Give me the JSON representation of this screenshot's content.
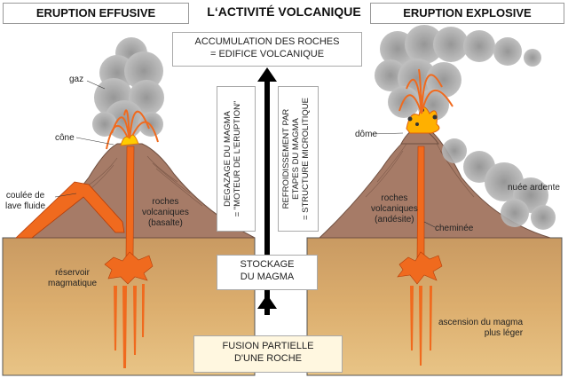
{
  "header": {
    "left": "ERUPTION EFFUSIVE",
    "title": "L‘ACTIVITÉ VOLCANIQUE",
    "right": "ERUPTION EXPLOSIVE"
  },
  "center": {
    "top_box": [
      "ACCUMULATION DES ROCHES",
      "= EDIFICE VOLCANIQUE"
    ],
    "mid_box": [
      "STOCKAGE",
      "DU MAGMA"
    ],
    "bottom_box": [
      "FUSION PARTIELLE",
      "D'UNE ROCHE"
    ],
    "left_vertical": [
      "DEGAZAGE DU MAGMA",
      "= \"MOTEUR DE L'ERUPTION\""
    ],
    "right_vertical": [
      "REFROIDISSEMENT PAR",
      "ETAPES DU MAGMA",
      "= STRUCTURE MICROLITIQUE"
    ]
  },
  "left_labels": {
    "gaz": "gaz",
    "cone": "cône",
    "coulee": [
      "coulée de",
      "lave fluide"
    ],
    "roches": [
      "roches",
      "volcaniques",
      "(basalte)"
    ],
    "reservoir": [
      "réservoir",
      "magmatique"
    ]
  },
  "right_labels": {
    "dome": "dôme",
    "roches": [
      "roches",
      "volcaniques",
      "(andésite)"
    ],
    "cheminee": "cheminée",
    "nuee": "nuée ardente",
    "ascension": [
      "ascension du magma",
      "plus léger"
    ]
  },
  "colors": {
    "ground": "#d4a265",
    "volcano": "#a67b67",
    "magma": "#f06a1e",
    "smoke": "#9e9e9e"
  }
}
